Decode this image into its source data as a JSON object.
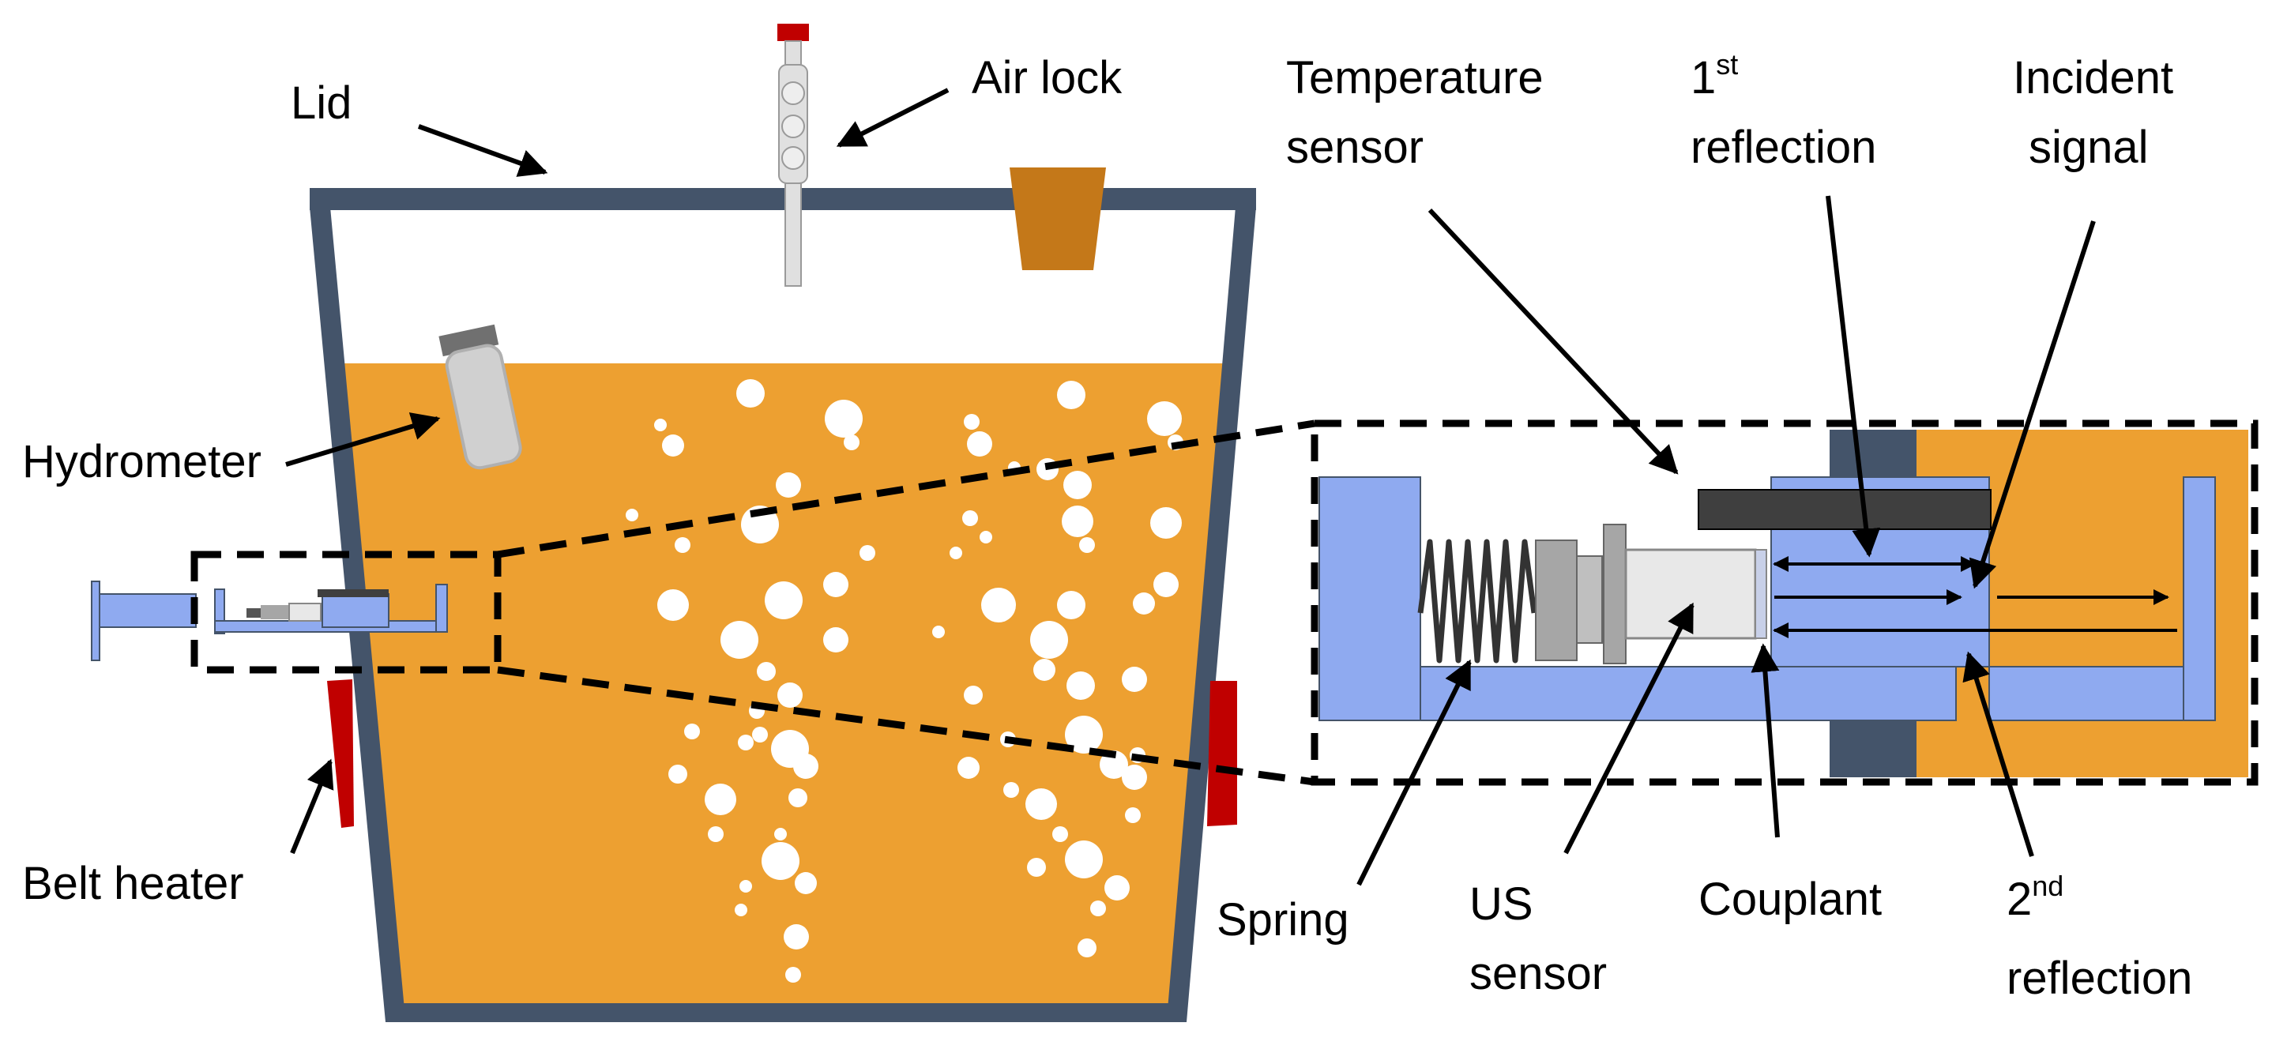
{
  "labels": {
    "lid": "Lid",
    "air_lock": "Air lock",
    "hydrometer": "Hydrometer",
    "belt_heater": "Belt heater",
    "temperature_sensor": [
      "Temperature",
      "sensor"
    ],
    "first_reflection": {
      "num": "1",
      "sup": "st",
      "word": "reflection"
    },
    "incident_signal": [
      "Incident",
      "signal"
    ],
    "spring": "Spring",
    "us_sensor": [
      "US",
      "sensor"
    ],
    "couplant": "Couplant",
    "second_reflection": {
      "num": "2",
      "sup": "nd",
      "word": "reflection"
    }
  },
  "colors": {
    "vessel_wall": "#44546a",
    "liquid": "#eda031",
    "bubble": "#ffffff",
    "sensor_body": "#8faaf0",
    "heater": "#c00000",
    "cork": "#c47819",
    "spring": "#333333",
    "temp_sensor": "#3f3f3f",
    "transducer": "#e8e8e8",
    "washer": "#a6a6a6",
    "hydrometer_glass": "#d0d0d0",
    "hydrometer_cap": "#707070",
    "airlock": "#e0e0e0",
    "airlock_cap": "#c00000"
  }
}
